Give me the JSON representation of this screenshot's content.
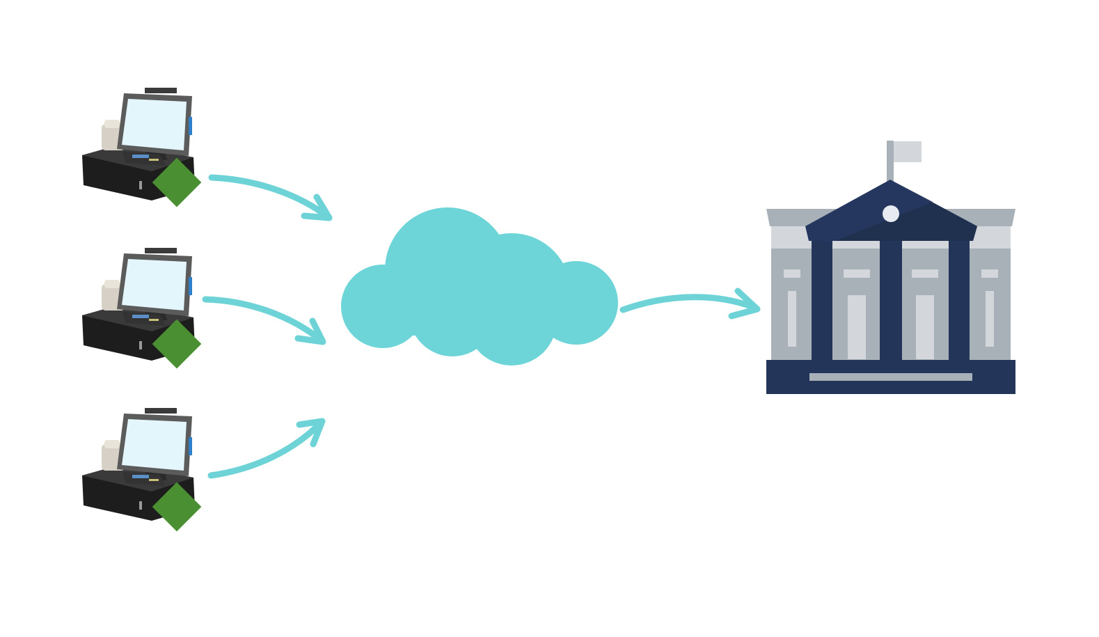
{
  "diagram": {
    "pos_terminals": [
      {
        "id": "pos-terminal-1",
        "icon": "pos-terminal-icon",
        "badge_icon": "green-diamond-icon"
      },
      {
        "id": "pos-terminal-2",
        "icon": "pos-terminal-icon",
        "badge_icon": "green-diamond-icon"
      },
      {
        "id": "pos-terminal-3",
        "icon": "pos-terminal-icon",
        "badge_icon": "green-diamond-icon"
      }
    ],
    "cloud": {
      "icon": "cloud-icon"
    },
    "bank": {
      "icon": "bank-building-icon"
    },
    "connections": [
      {
        "from": "pos-terminal-1",
        "to": "cloud"
      },
      {
        "from": "pos-terminal-2",
        "to": "cloud"
      },
      {
        "from": "pos-terminal-3",
        "to": "cloud"
      },
      {
        "from": "cloud",
        "to": "bank"
      }
    ]
  },
  "colors": {
    "arrow": "#6dd3d6",
    "cloud": "#6dd5d8",
    "badge": "#4a8f32",
    "bank_dark": "#24355a",
    "bank_gray": "#a8b0b8",
    "bank_light": "#d3d7db",
    "screen": "#e3f6fc"
  }
}
